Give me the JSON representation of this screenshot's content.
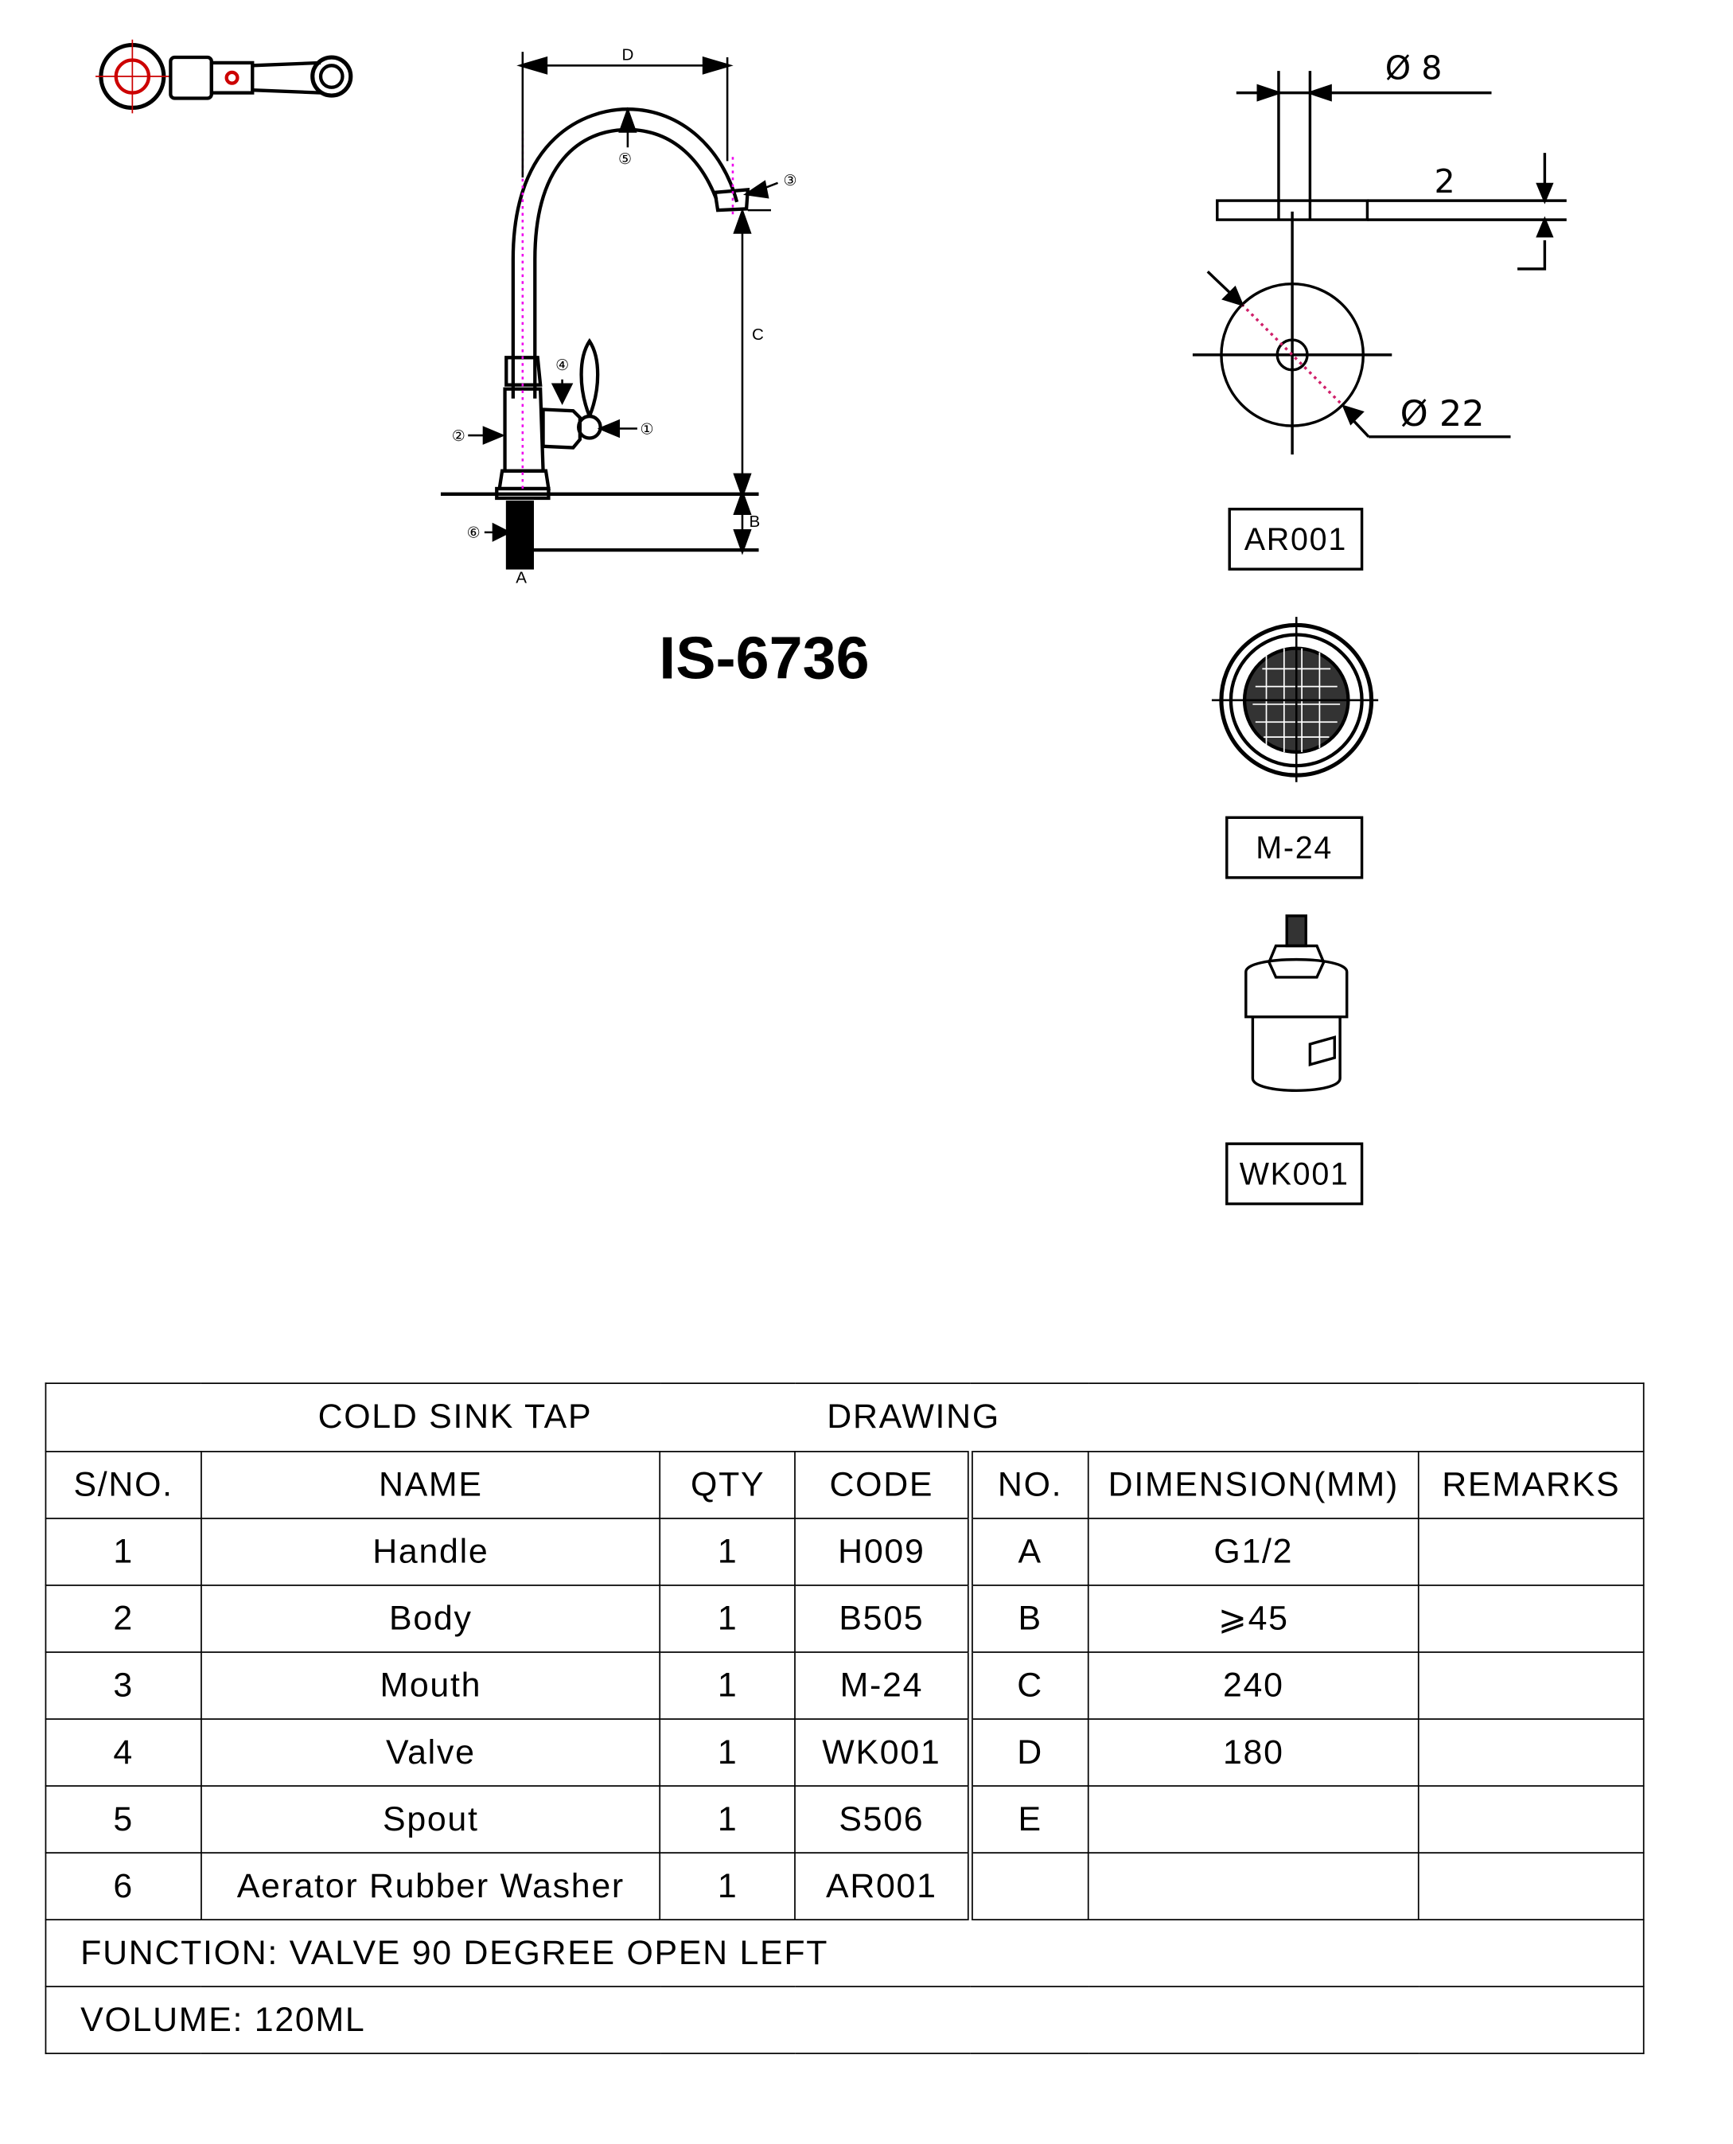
{
  "model": "IS-6736",
  "diagram": {
    "callouts": [
      "①",
      "②",
      "③",
      "④",
      "⑤",
      "⑥"
    ],
    "dim_labels": {
      "A": "A",
      "B": "B",
      "C": "C",
      "D": "D"
    },
    "washer": {
      "inner_dia": "Ø 8",
      "thickness": "2",
      "outer_dia": "Ø 22"
    }
  },
  "parts": [
    "AR001",
    "M-24",
    "WK001"
  ],
  "table": {
    "title_left": "COLD SINK TAP",
    "title_right": "DRAWING",
    "headers": [
      "S/NO.",
      "NAME",
      "QTY",
      "CODE",
      "NO.",
      "DIMENSION(MM)",
      "REMARKS"
    ],
    "rows": [
      {
        "sno": "1",
        "name": "Handle",
        "qty": "1",
        "code": "H009",
        "no": "A",
        "dim": "G1/2",
        "remarks": ""
      },
      {
        "sno": "2",
        "name": "Body",
        "qty": "1",
        "code": "B505",
        "no": "B",
        "dim": "⩾45",
        "remarks": ""
      },
      {
        "sno": "3",
        "name": "Mouth",
        "qty": "1",
        "code": "M-24",
        "no": "C",
        "dim": "240",
        "remarks": ""
      },
      {
        "sno": "4",
        "name": "Valve",
        "qty": "1",
        "code": "WK001",
        "no": "D",
        "dim": "180",
        "remarks": ""
      },
      {
        "sno": "5",
        "name": "Spout",
        "qty": "1",
        "code": "S506",
        "no": "E",
        "dim": "",
        "remarks": ""
      },
      {
        "sno": "6",
        "name": "Aerator Rubber Washer",
        "qty": "1",
        "code": "AR001",
        "no": "",
        "dim": "",
        "remarks": ""
      }
    ],
    "function": "FUNCTION: VALVE 90 DEGREE OPEN LEFT",
    "volume": "VOLUME: 120ML"
  }
}
